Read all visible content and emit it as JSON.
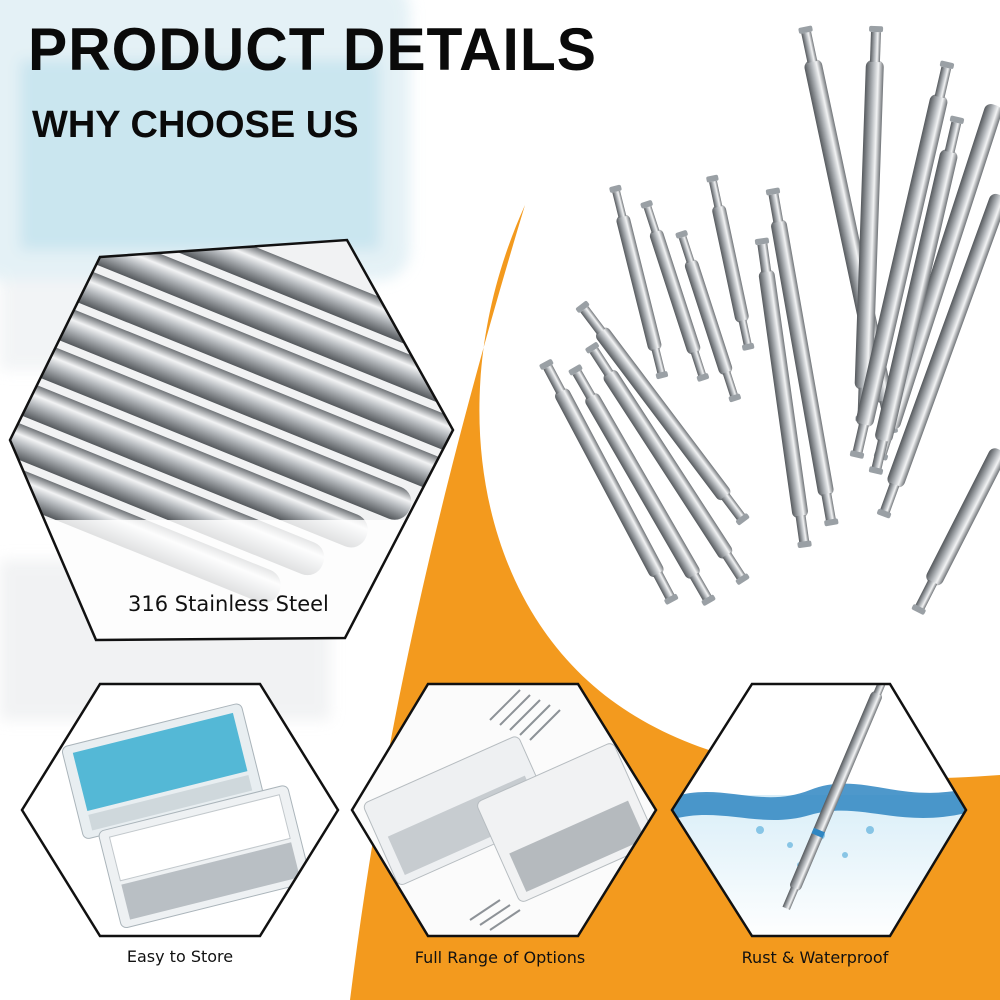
{
  "header": {
    "title": "PRODUCT DETAILS",
    "subtitle": "WHY CHOOSE US"
  },
  "features": {
    "main_label": "316 Stainless Steel",
    "store_label": "Easy to Store",
    "range_label": "Full Range of Options",
    "rust_label": "Rust & Waterproof"
  },
  "colors": {
    "accent": "#f39a1e",
    "text": "#0a0a0a",
    "background": "#ffffff"
  }
}
